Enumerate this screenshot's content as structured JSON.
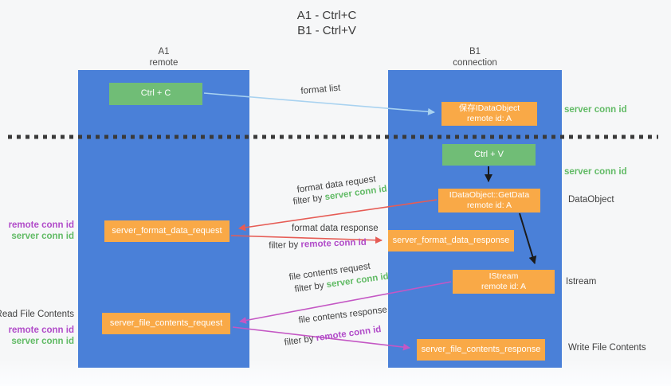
{
  "title": {
    "line1": "A1 - Ctrl+C",
    "line2": "B1 - Ctrl+V"
  },
  "lanes": {
    "left": {
      "title": "A1",
      "subtitle": "remote"
    },
    "right": {
      "title": "B1",
      "subtitle": "connection"
    }
  },
  "nodes": {
    "ctrl_c": {
      "label": "Ctrl + C"
    },
    "ctrl_v": {
      "label": "Ctrl + V"
    },
    "save_dataobject": {
      "line1": "保存IDataObject",
      "line2": "remote id: A"
    },
    "getdata": {
      "line1": "IDataObject::GetData",
      "line2": "remote id: A"
    },
    "istream": {
      "line1": "IStream",
      "line2": "remote id: A"
    },
    "format_request": {
      "label": "server_format_data_request"
    },
    "format_response": {
      "label": "server_format_data_response"
    },
    "file_request": {
      "label": "server_file_contents_request"
    },
    "file_response": {
      "label": "server_file_contents_response"
    }
  },
  "arrow_labels": {
    "format_list": "format list",
    "format_data_request": "format data request",
    "format_data_response": "format data response",
    "file_contents_request": "file contents request",
    "file_contents_response": "file contents response",
    "filter_by": "filter by ",
    "server_conn_id": "server conn id",
    "remote_conn_id": "remote conn id"
  },
  "side_labels": {
    "right_server_conn_top": "server conn id",
    "right_server_conn_mid": "server conn id",
    "right_dataobject": "DataObject",
    "right_istream": "Istream",
    "right_write_file": "Write File Contents",
    "left_remote_conn_mid": "remote conn id",
    "left_server_conn_mid": "server conn id",
    "left_read_file": "Read File Contents",
    "left_remote_conn_bottom": "remote conn id",
    "left_server_conn_bottom": "server conn id"
  },
  "colors": {
    "lane_blue": "#4a80d8",
    "node_green": "#70bd76",
    "node_orange": "#f9a947",
    "text_green": "#62bb66",
    "text_purple": "#b14cc9",
    "arrow_red": "#e65c55",
    "arrow_magenta": "#c457c4",
    "arrow_lightblue": "#a8d2f0",
    "arrow_black": "#1b1b1b",
    "divider": "#3a3a3a"
  }
}
